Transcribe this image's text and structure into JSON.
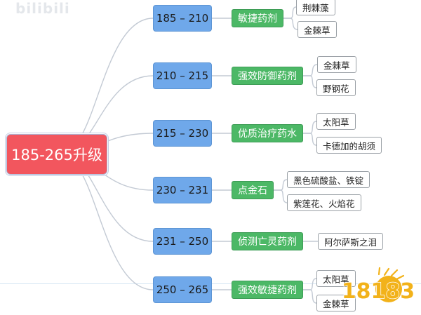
{
  "colors": {
    "root_bg": "#f2565e",
    "range_bg": "#6fa8ea",
    "potion_bg": "#4cb866",
    "line": "#c3cad4",
    "badge": "#f2b21a",
    "badge_text": "#ffffff"
  },
  "root": {
    "label": "185-265升级"
  },
  "branches": [
    {
      "range": "185 – 210",
      "potion": "敏捷药剂",
      "materials": [
        "荆棘藻",
        "金棘草"
      ]
    },
    {
      "range": "210 – 215",
      "potion": "强效防御药剂",
      "materials": [
        "金棘草",
        "野钢花"
      ]
    },
    {
      "range": "215 – 230",
      "potion": "优质治疗药水",
      "materials": [
        "太阳草",
        "卡德加的胡须"
      ]
    },
    {
      "range": "230 – 231",
      "potion": "点金石",
      "materials": [
        "黑色硫酸盐、铁锭",
        "紫莲花、火焰花"
      ]
    },
    {
      "range": "231 – 250",
      "potion": "侦测亡灵药剂",
      "materials": [
        "阿尔萨斯之泪"
      ]
    },
    {
      "range": "250 – 265",
      "potion": "强效敏捷药剂",
      "materials": [
        "太阳草",
        "金棘草"
      ]
    }
  ],
  "watermarks": {
    "top_left": "bilibili",
    "bottom_right": "18183"
  }
}
